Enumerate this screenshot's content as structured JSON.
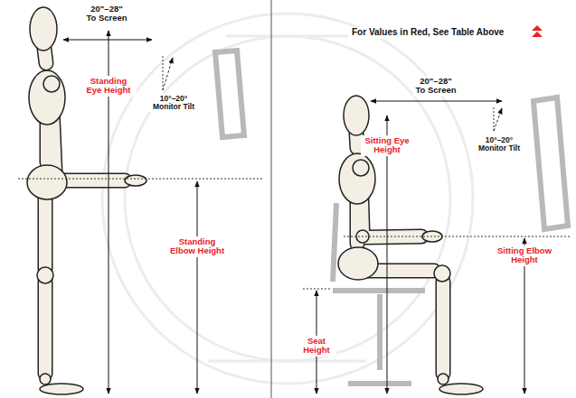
{
  "diagram": {
    "labels": [
      "20\"–28\" To Screen",
      "For Values in Red, See Table Above",
      "Standing Eye Height",
      "10°–20° Monitor Tilt",
      "Standing Elbow Height",
      "20\"–28\" To Screen",
      "10°–20° Monitor Tilt",
      "Sitting Eye Height",
      "Sitting Elbow Height",
      "Seat Height"
    ]
  }
}
